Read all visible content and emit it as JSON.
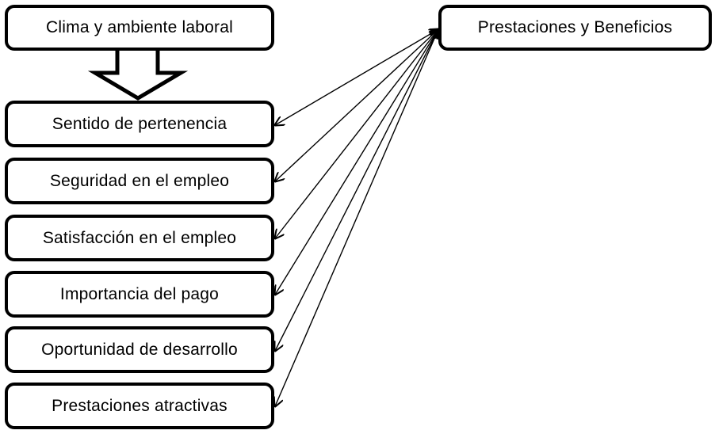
{
  "diagram": {
    "title_node": {
      "label": "Clima y ambiente laboral"
    },
    "target_node": {
      "label": "Prestaciones y Beneficios"
    },
    "factors": [
      {
        "label": "Sentido de pertenencia"
      },
      {
        "label": "Seguridad en el empleo"
      },
      {
        "label": "Satisfacción en el empleo"
      },
      {
        "label": "Importancia del pago"
      },
      {
        "label": "Oportunidad de desarrollo"
      },
      {
        "label": "Prestaciones atractivas"
      }
    ],
    "block_arrow": {
      "name": "down-block-arrow",
      "direction": "down"
    },
    "connectors": [
      {
        "name": "connector-sentido-de-pertenencia",
        "from": "Prestaciones y Beneficios",
        "to": "Sentido de pertenencia"
      },
      {
        "name": "connector-seguridad-en-el-empleo",
        "from": "Prestaciones y Beneficios",
        "to": "Seguridad en el empleo"
      },
      {
        "name": "connector-satisfaccion-en-el-empleo",
        "from": "Prestaciones y Beneficios",
        "to": "Satisfacción en el empleo"
      },
      {
        "name": "connector-importancia-del-pago",
        "from": "Prestaciones y Beneficios",
        "to": "Importancia del pago"
      },
      {
        "name": "connector-oportunidad-de-desarrollo",
        "from": "Prestaciones y Beneficios",
        "to": "Oportunidad de desarrollo"
      },
      {
        "name": "connector-prestaciones-atractivas",
        "from": "Prestaciones y Beneficios",
        "to": "Prestaciones atractivas"
      }
    ],
    "colors": {
      "stroke": "#000000",
      "fill": "#ffffff",
      "text": "#000000"
    }
  }
}
